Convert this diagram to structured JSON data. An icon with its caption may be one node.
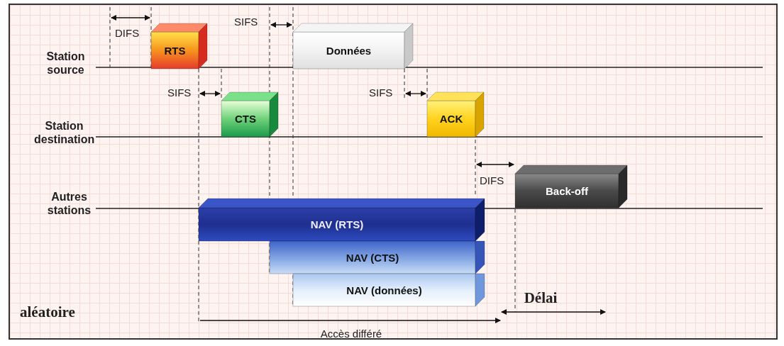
{
  "diagram": {
    "nodes": [
      {
        "text": [
          "RTS"
        ]
      },
      {
        "text": [
          "Données"
        ]
      },
      {
        "text": [
          "CTS"
        ]
      },
      {
        "text": [
          "ACK"
        ]
      },
      {
        "text": [
          "Back-off"
        ]
      },
      {
        "text": [
          "NAV (RTS)"
        ]
      },
      {
        "text": [
          "NAV (CTS)"
        ]
      },
      {
        "text": [
          "NAV (données)"
        ]
      }
    ],
    "labels": [
      "DIFS",
      "SIFS",
      "Station source",
      "SIFS",
      "SIFS",
      "Station destination",
      "DIFS",
      "Autres stations",
      "Délai",
      "aléatoire",
      "Accès différé"
    ]
  }
}
